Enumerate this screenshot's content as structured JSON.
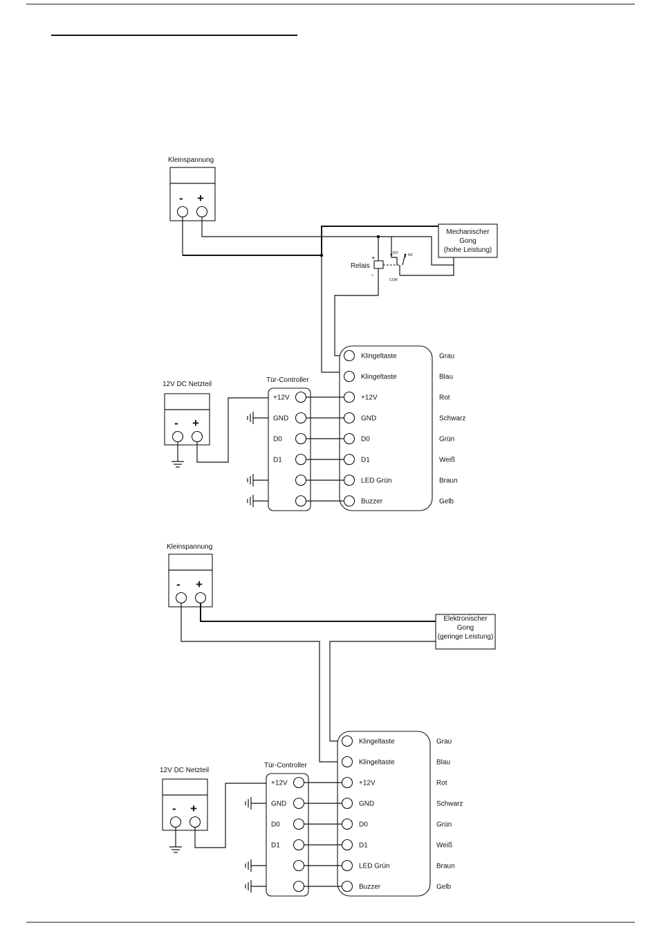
{
  "diagram1": {
    "low_voltage_label": "Kleinspannung",
    "minus": "-",
    "plus": "+",
    "chime_line1": "Mechanischer",
    "chime_line2": "Gong",
    "chime_line3": "(hohe Leistung)",
    "relay_label": "Relais",
    "relay_plus": "+",
    "relay_minus": "-",
    "contact_no": "NO",
    "contact_nc": "NC",
    "contact_com": "COM",
    "psu_label": "12V DC Netzteil",
    "controller_label": "Tür-Controller",
    "controller_pins": [
      "+12V",
      "GND",
      "D0",
      "D1",
      "",
      ""
    ],
    "reader_pins": [
      "Klingeltaste",
      "Klingeltaste",
      "+12V",
      "GND",
      "D0",
      "D1",
      "LED Grün",
      "Buzzer"
    ],
    "wire_colors": [
      "Grau",
      "Blau",
      "Rot",
      "Schwarz",
      "Grün",
      "Weiß",
      "Braun",
      "Gelb"
    ]
  },
  "diagram2": {
    "low_voltage_label": "Kleinspannung",
    "minus": "-",
    "plus": "+",
    "chime_line1": "Elektronischer",
    "chime_line2": "Gong",
    "chime_line3": "(geringe Leistung)",
    "psu_label": "12V DC Netzteil",
    "controller_label": "Tür-Controller",
    "controller_pins": [
      "+12V",
      "GND",
      "D0",
      "D1",
      "",
      ""
    ],
    "reader_pins": [
      "Klingeltaste",
      "Klingeltaste",
      "+12V",
      "GND",
      "D0",
      "D1",
      "LED Grün",
      "Buzzer"
    ],
    "wire_colors": [
      "Grau",
      "Blau",
      "Rot",
      "Schwarz",
      "Grün",
      "Weiß",
      "Braun",
      "Gelb"
    ]
  }
}
